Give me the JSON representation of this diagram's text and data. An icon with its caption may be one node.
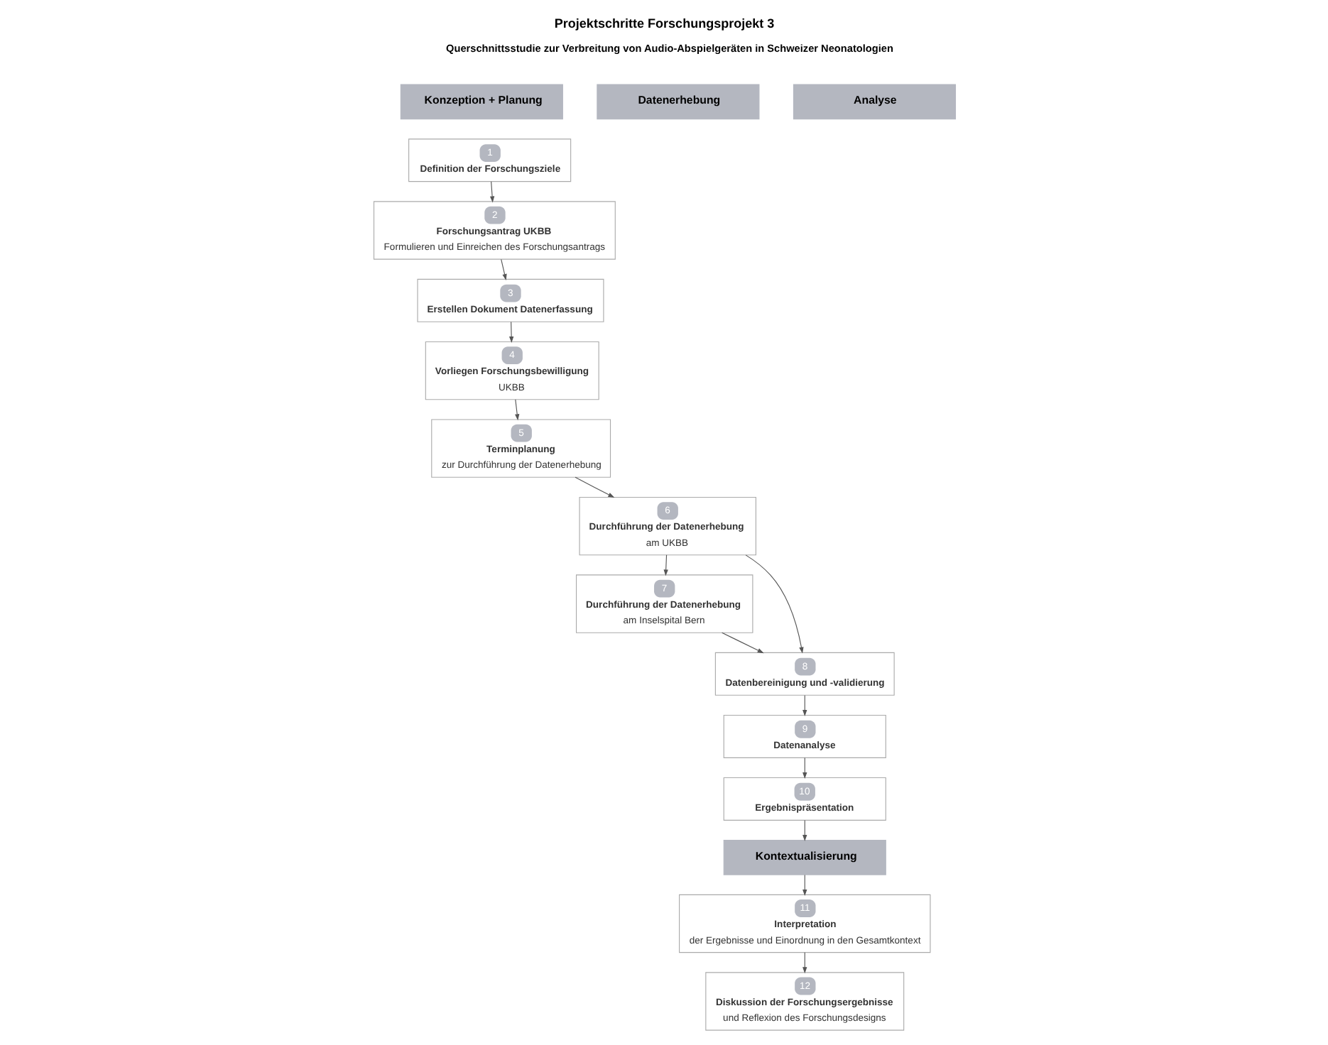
{
  "diagram": {
    "title": "Projektschritte Forschungsprojekt 3",
    "nodes": [
      {
        "text": [
          "Konzeption + Planung"
        ]
      },
      {
        "text": [
          "1",
          "Definition der Forschungsziele"
        ]
      },
      {
        "text": [
          "2",
          "Forschungsantrag UKBB",
          "Formulieren und Einreichen des Forschungsantrags"
        ]
      },
      {
        "text": [
          "3",
          "Erstellen Dokument Datenerfassung"
        ]
      },
      {
        "text": [
          "4",
          "Vorliegen Forschungsbewilligung",
          "UKBB"
        ]
      },
      {
        "text": [
          "5",
          "Terminplanung",
          "zur Durchführung der Datenerhebung"
        ]
      },
      {
        "text": [
          "Datenerhebung"
        ]
      },
      {
        "text": [
          "6",
          "Durchführung der Datenerhebung",
          "am UKBB"
        ]
      },
      {
        "text": [
          "7",
          "Durchführung der Datenerhebung",
          "am Inselspital Bern"
        ]
      },
      {
        "text": [
          "Analyse"
        ]
      },
      {
        "text": [
          "8",
          "Datenbereinigung und -validierung"
        ]
      },
      {
        "text": [
          "9",
          "Datenanalyse"
        ]
      },
      {
        "text": [
          "10",
          "Ergebnispräsentation"
        ]
      },
      {
        "text": [
          "Kontextualisierung"
        ]
      },
      {
        "text": [
          "11",
          "Interpretation",
          "der Ergebnisse und Einordnung in den Gesamtkontext"
        ]
      },
      {
        "text": [
          "12",
          "Diskussion der Forschungsergebnisse",
          "und Reflexion des Forschungsdesigns"
        ]
      }
    ],
    "edges": [
      {
        "from": 1,
        "to": 2,
        "arrow": "to"
      },
      {
        "from": 2,
        "to": 3,
        "arrow": "to"
      },
      {
        "from": 3,
        "to": 4,
        "arrow": "to"
      },
      {
        "from": 4,
        "to": 5,
        "arrow": "to"
      },
      {
        "from": 5,
        "to": 7,
        "arrow": "to"
      },
      {
        "from": 7,
        "to": 8,
        "arrow": "to"
      },
      {
        "from": 7,
        "to": 10,
        "arrow": "to"
      },
      {
        "from": 8,
        "to": 10,
        "arrow": "to"
      },
      {
        "from": 10,
        "to": 11,
        "arrow": "to"
      },
      {
        "from": 11,
        "to": 12,
        "arrow": "to"
      },
      {
        "from": 12,
        "to": 13,
        "arrow": "to"
      },
      {
        "from": 13,
        "to": 14,
        "arrow": "to"
      },
      {
        "from": 14,
        "to": 15,
        "arrow": "to"
      }
    ],
    "labels": [
      "Querschnittsstudie zur Verbreitung von Audio-Abspielgeräten in Schweizer Neonatologien"
    ]
  }
}
